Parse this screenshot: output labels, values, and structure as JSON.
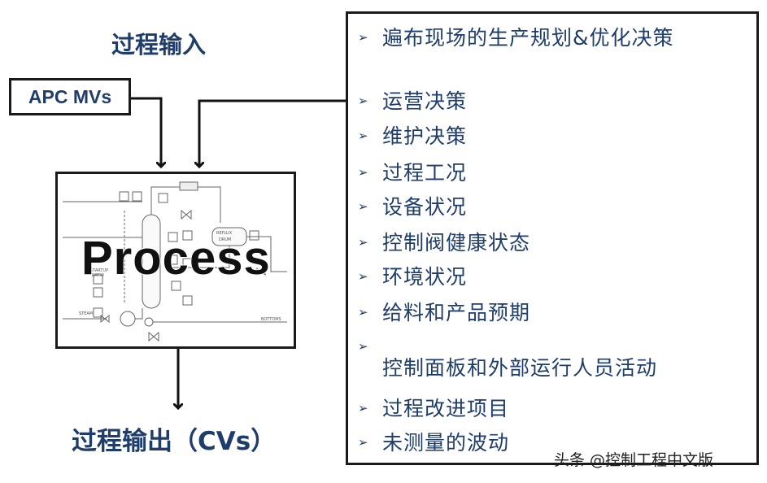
{
  "headings": {
    "process_input": "过程输入",
    "process_output": "过程输出（CVs）"
  },
  "apc_box": {
    "label": "APC MVs"
  },
  "process_box": {
    "label": "Process",
    "schematic_labels": {
      "reflux_drum": "REFLUX\nDRUM",
      "startup_ratio": "STARTUP\nRATIO",
      "bottoms": "BOTTOMS",
      "steam": "STEAM"
    }
  },
  "factors": {
    "bullet_glyph": "➢",
    "items": [
      "遍布现场的生产规划&优化决策",
      "运营决策",
      "维护决策",
      "过程工况",
      "设备状况",
      "控制阀健康状态",
      "环境状况",
      "给料和产品预期",
      "控制面板和外部运行人员活动",
      "过程改进项目",
      "未测量的波动"
    ]
  },
  "watermark": "头条 @控制工程中文版",
  "colors": {
    "heading": "#1f3d6b",
    "border": "#1a1a1a",
    "text": "#1f3d6b"
  }
}
